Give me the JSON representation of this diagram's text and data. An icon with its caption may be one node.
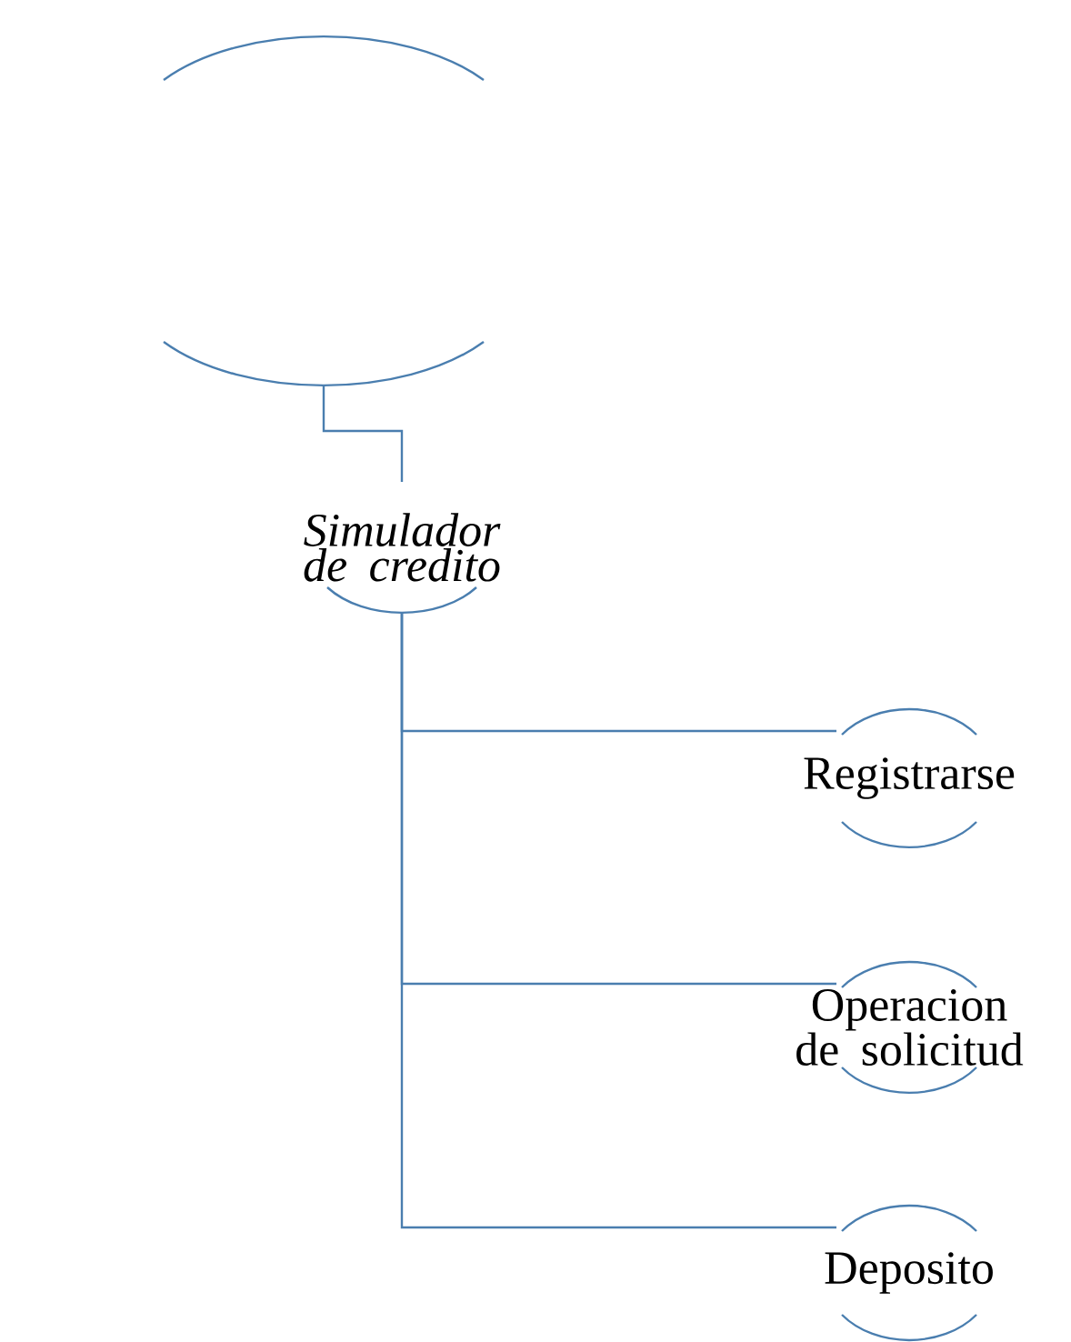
{
  "diagram": {
    "nodes": [
      {
        "text": [],
        "shape": "circle"
      },
      {
        "text": [
          "Simulador de credito"
        ]
      },
      {
        "text": [
          "Registrarse"
        ]
      },
      {
        "text": [
          "Operacion de solicitud"
        ]
      },
      {
        "text": [
          "Deposito"
        ]
      }
    ],
    "edges": [
      {
        "from": 0,
        "to": 1,
        "arrow": "none"
      },
      {
        "from": 1,
        "to": 2,
        "arrow": "none"
      },
      {
        "from": 1,
        "to": 3,
        "arrow": "none"
      },
      {
        "from": 1,
        "to": 4,
        "arrow": "none"
      }
    ]
  }
}
